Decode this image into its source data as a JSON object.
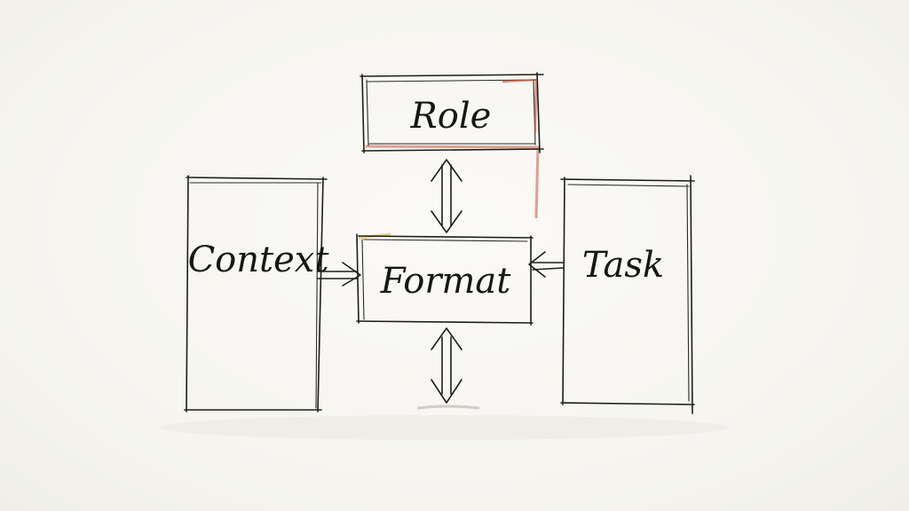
{
  "diagram": {
    "nodes": {
      "role": {
        "label": "Role"
      },
      "context": {
        "label": "Context"
      },
      "format": {
        "label": "Format"
      },
      "task": {
        "label": "Task"
      }
    },
    "edges": [
      {
        "from": "role",
        "to": "format",
        "type": "bidirectional"
      },
      {
        "from": "context",
        "to": "format",
        "type": "directed"
      },
      {
        "from": "task",
        "to": "format",
        "type": "directed"
      },
      {
        "from": "format",
        "to": "ground",
        "type": "bidirectional"
      }
    ]
  },
  "colors": {
    "ink": "#1d1d1b",
    "accent_red": "#c8553d",
    "accent_yellow": "#e8c26a",
    "background": "#f7f6f2"
  }
}
